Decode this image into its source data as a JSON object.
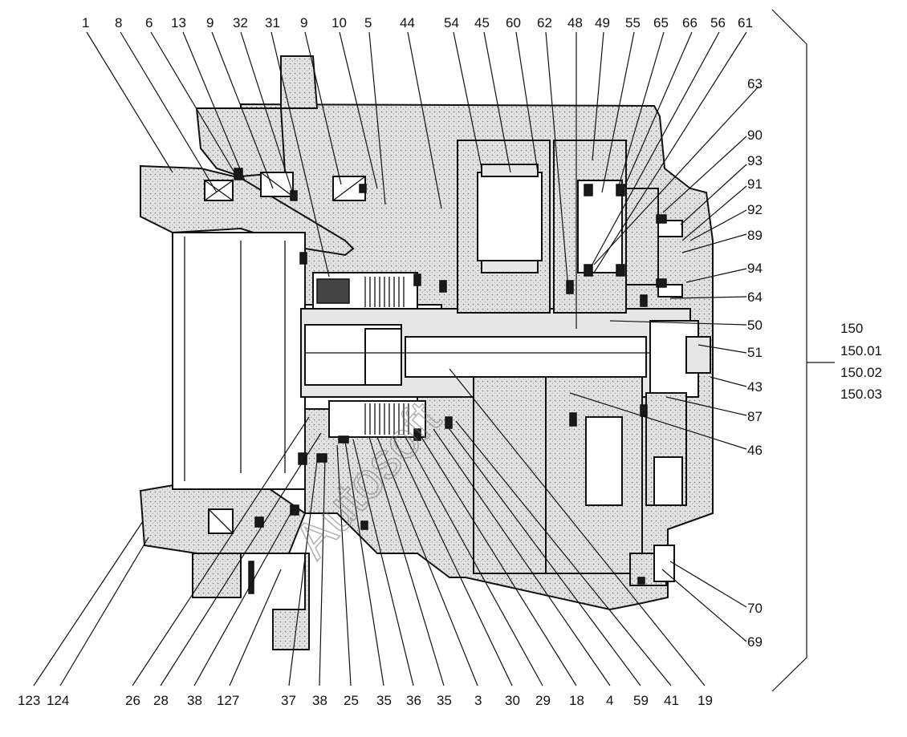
{
  "top_labels": [
    "1",
    "8",
    "6",
    "13",
    "9",
    "32",
    "31",
    "9",
    "10",
    "5",
    "44",
    "54",
    "45",
    "60",
    "62",
    "48",
    "49",
    "55",
    "65",
    "66",
    "56",
    "61"
  ],
  "right_labels": [
    "63",
    "90",
    "93",
    "91",
    "92",
    "89",
    "94",
    "64",
    "50",
    "51",
    "43",
    "87",
    "46",
    "70",
    "69"
  ],
  "bottom_labels": [
    "123",
    "124",
    "26",
    "28",
    "38",
    "127",
    "37",
    "38",
    "25",
    "35",
    "36",
    "35",
    "3",
    "30",
    "29",
    "18",
    "4",
    "59",
    "41",
    "19"
  ],
  "assembly_labels": [
    "150",
    "150.01",
    "150.02",
    "150.03"
  ],
  "watermark": "Autosoft"
}
